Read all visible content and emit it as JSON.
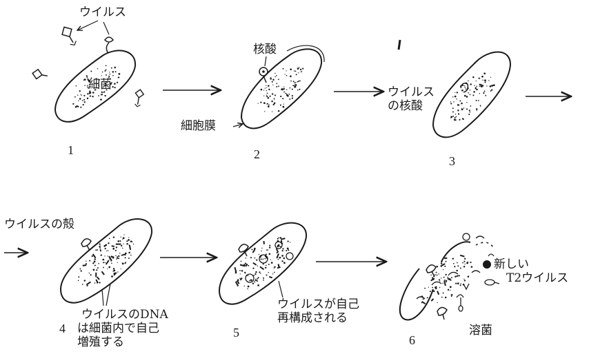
{
  "labels": {
    "virus": "ウイルス",
    "bacterium": "細菌",
    "nucleic_acid": "核酸",
    "cell_membrane": "細胞膜",
    "virus_nucleic_acid_line1": "ウイルス",
    "virus_nucleic_acid_line2": "の核酸",
    "virus_shell": "ウイルスの殻",
    "dna_line1": "ウイルスのDNA",
    "dna_line2": "は細菌内で自己",
    "dna_line3": "増殖する",
    "reassemble_line1": "ウイルスが自己",
    "reassemble_line2": "再構成される",
    "new_line1": "新しい",
    "new_line2": "T2ウイルス",
    "lysis": "溶菌"
  },
  "steps": [
    "1",
    "2",
    "3",
    "4",
    "5",
    "6"
  ],
  "colors": {
    "ink": "#1a1a1a",
    "background": "#ffffff"
  }
}
